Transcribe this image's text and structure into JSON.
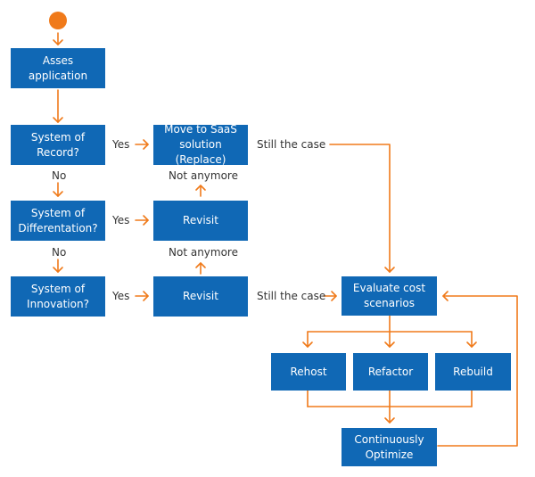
{
  "colors": {
    "box": "#1068b5",
    "arrow": "#f07a1a",
    "start": "#f07a1a",
    "text": "#333333"
  },
  "nodes": {
    "assess": "Asses application",
    "system_of_record": "System of\nRecord?",
    "system_of_differentiation": "System of\nDifferentation?",
    "system_of_innovation": "System of\nInnovation?",
    "move_to_saas": "Move to SaaS\nsolution (Replace)",
    "revisit_1": "Revisit",
    "revisit_2": "Revisit",
    "evaluate": "Evaluate cost\nscenarios",
    "rehost": "Rehost",
    "refactor": "Refactor",
    "rebuild": "Rebuild",
    "optimize": "Continuously\nOptimize"
  },
  "labels": {
    "yes_1": "Yes",
    "yes_2": "Yes",
    "yes_3": "Yes",
    "no_1": "No",
    "no_2": "No",
    "still_the_case_1": "Still the case",
    "still_the_case_2": "Still the case",
    "not_anymore_1": "Not anymore",
    "not_anymore_2": "Not anymore"
  }
}
